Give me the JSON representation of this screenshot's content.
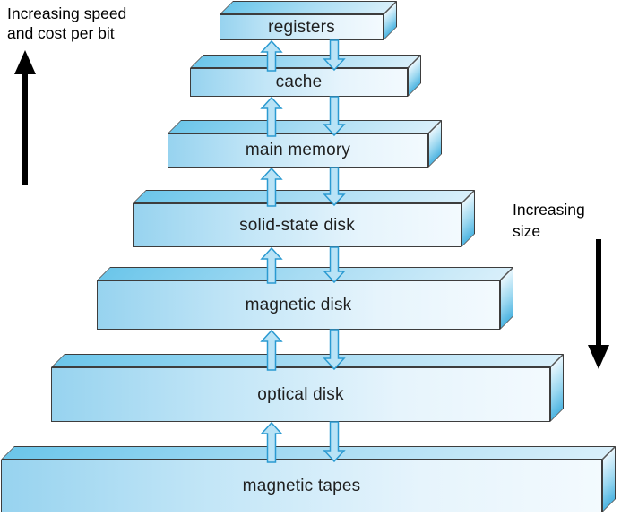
{
  "figure": {
    "left_annotation": {
      "line1": "Increasing speed",
      "line2": "and cost per bit"
    },
    "right_annotation": {
      "line1": "Increasing",
      "line2": "size"
    },
    "levels": [
      {
        "label": "registers"
      },
      {
        "label": "cache"
      },
      {
        "label": "main memory"
      },
      {
        "label": "solid-state disk"
      },
      {
        "label": "magnetic disk"
      },
      {
        "label": "optical disk"
      },
      {
        "label": "magnetic tapes"
      }
    ]
  },
  "colors": {
    "box_front_start": "#97d3ef",
    "box_front_end": "#f3fafe",
    "box_top_start": "#6cc6ea",
    "box_top_end": "#d8effa",
    "box_side_start": "#e8f6fd",
    "box_side_end": "#4db4e1",
    "box_outline": "#3d3d3d",
    "arrow_fill": "#b9e3f6",
    "arrow_stroke": "#2a9ad1",
    "annotation_arrow": "#000000"
  }
}
